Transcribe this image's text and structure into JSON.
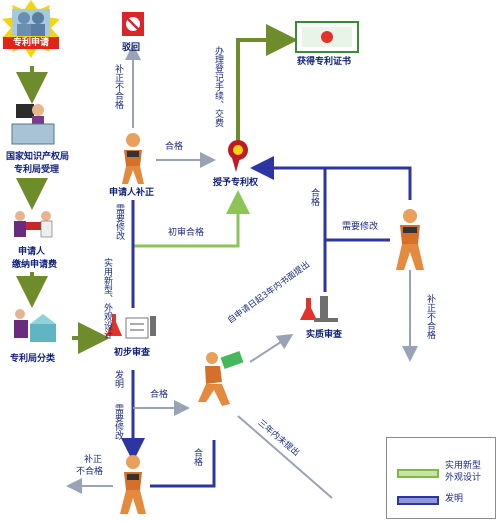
{
  "start": {
    "label": "专利申请"
  },
  "nodes": {
    "reject": "驳回",
    "certificate": "获得专利证书",
    "office_accept": [
      "国家知识产权局",
      "专利局受理"
    ],
    "fee": [
      "申请人",
      "缴纳申请费"
    ],
    "classify": "专利局分类",
    "applicant_fix_top": "申请人补正",
    "grant": "授予专利权",
    "prelim": "初步审查",
    "substantive": "实质审查"
  },
  "edges": {
    "unqualified_after_fix": "补正不合格",
    "qualified_top": "合格",
    "register_fee": "办理登记手续、交费",
    "needs_edit_left": "需要修改",
    "utility_design": "实用新型、外观设计",
    "prelim_pass": "初审合格",
    "qualified_right": "合格",
    "needs_edit_right": "需要修改",
    "unqualified_right": "补正不合格",
    "invention": "发明",
    "qualified_mid": "合格",
    "needs_edit_bottom": "需要修改",
    "qualified_low": "合格",
    "unqualified_low": [
      "补正",
      "不合格"
    ],
    "within3yrs": "自申请日起3年内书面提出",
    "not_within3yrs": "三年内未提出"
  },
  "legend": {
    "items": [
      {
        "label": "实用新型\n外观设计",
        "color": "#7fb845"
      },
      {
        "label": "发明",
        "color": "#2b36a0"
      }
    ]
  },
  "colors": {
    "green": "#7fb845",
    "blue": "#2b36a0",
    "olive": "#6e8c2c",
    "star": "#f6d40f",
    "red": "#e2231a"
  }
}
